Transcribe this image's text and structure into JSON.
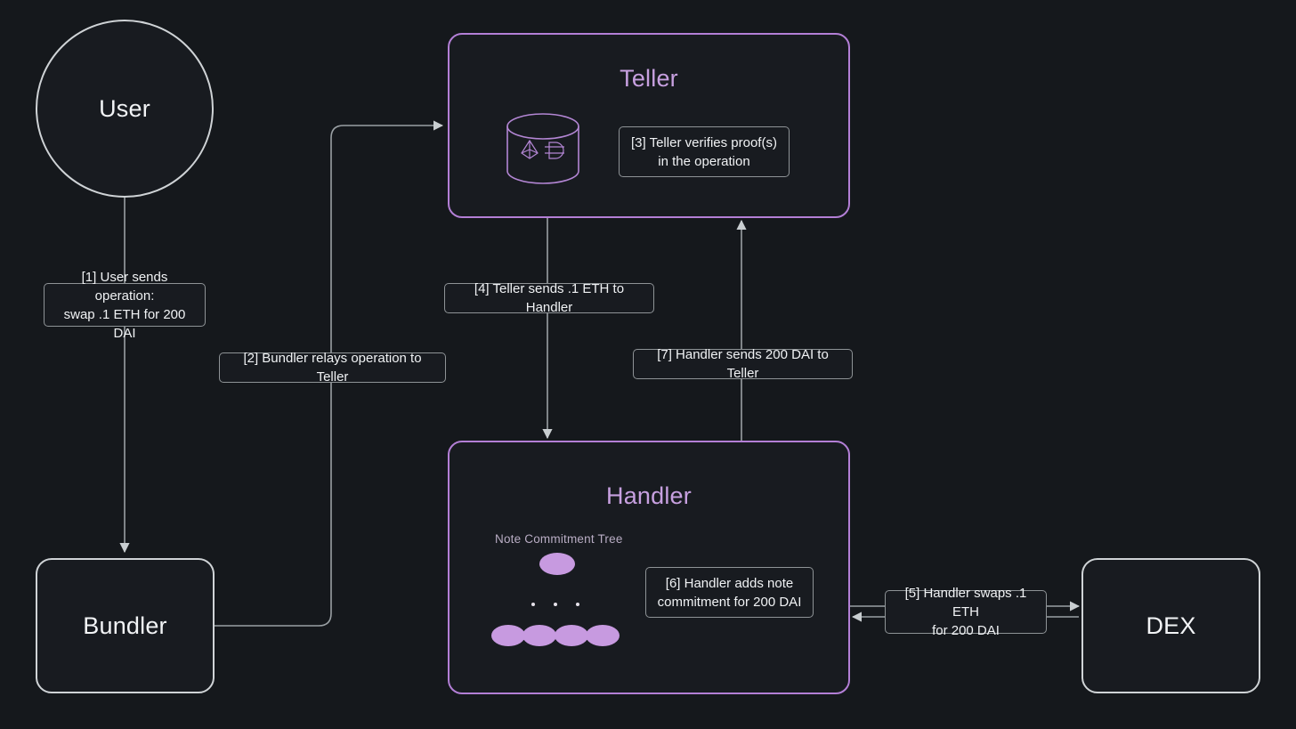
{
  "diagram": {
    "title": "Teller / Handler private swap flow",
    "background_color": "#15181c",
    "accent_purple": "#b37fd6",
    "node_purple": "#c79ae0",
    "line_color": "#9aa0a4"
  },
  "nodes": {
    "user": {
      "label": "User",
      "shape": "circle"
    },
    "bundler": {
      "label": "Bundler",
      "shape": "rounded-rect"
    },
    "dex": {
      "label": "DEX",
      "shape": "rounded-rect"
    },
    "teller": {
      "label": "Teller",
      "shape": "container"
    },
    "handler": {
      "label": "Handler",
      "shape": "container"
    }
  },
  "teller": {
    "title": "Teller",
    "vault_icon": "database-cylinder-icon",
    "vault_tokens": [
      "ethereum-icon",
      "dai-icon"
    ],
    "step": "[3] Teller verifies proof(s)\nin the operation"
  },
  "handler": {
    "title": "Handler",
    "tree_caption": "Note Commitment Tree",
    "tree": {
      "root_count": 1,
      "leaf_count": 4,
      "ellipsis_dots": 3
    },
    "step": "[6] Handler adds note\ncommitment for 200 DAI"
  },
  "steps": [
    {
      "id": "1",
      "text": "[1] User sends operation:\nswap .1 ETH for 200 DAI"
    },
    {
      "id": "2",
      "text": "[2] Bundler relays operation to Teller"
    },
    {
      "id": "4",
      "text": "[4] Teller sends .1 ETH to Handler"
    },
    {
      "id": "7",
      "text": "[7] Handler sends 200 DAI to Teller"
    },
    {
      "id": "5",
      "text": "[5] Handler swaps .1 ETH\nfor 200 DAI"
    }
  ]
}
